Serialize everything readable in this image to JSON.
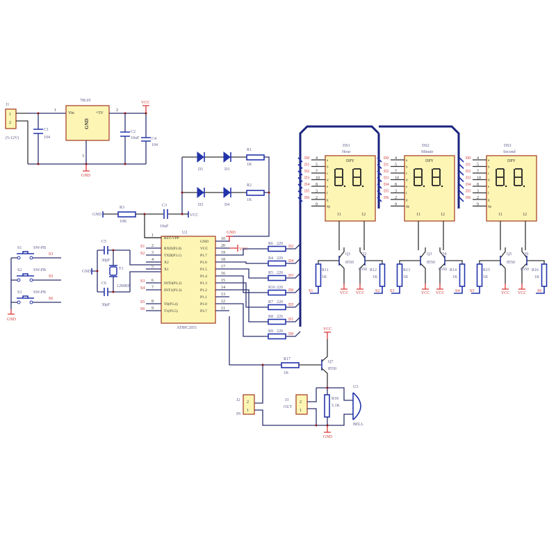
{
  "power": {
    "connector": {
      "ref": "J1",
      "pins": [
        "1",
        "2"
      ],
      "label": "(5-12V)"
    },
    "regulator": {
      "ref": "78L05",
      "vin": "Vin",
      "vout": "+5V",
      "gnd": "GND",
      "pin1": "1",
      "pin2": "2",
      "pin3": "3"
    },
    "c1": {
      "ref": "C1",
      "value": "104"
    },
    "c2": {
      "ref": "C2",
      "value": "10uF"
    },
    "c4": {
      "ref": "C4",
      "value": "104"
    },
    "vcc": "VCC",
    "gnd": "GND"
  },
  "leds": [
    {
      "ref": "D1"
    },
    {
      "ref": "D3"
    },
    {
      "ref": "D2"
    },
    {
      "ref": "D4"
    }
  ],
  "led_resistors": [
    {
      "ref": "R1",
      "value": "1K"
    },
    {
      "ref": "R2",
      "value": "1K"
    }
  ],
  "reset": {
    "r3": {
      "ref": "R3",
      "value": "10K"
    },
    "c3": {
      "ref": "C3",
      "value": "10uF"
    },
    "gnd": "GND",
    "vcc": "VCC"
  },
  "switches": [
    {
      "ref": "S1",
      "type": "SW-PB",
      "net": "S3"
    },
    {
      "ref": "S2",
      "type": "SW-PB",
      "net": "S5"
    },
    {
      "ref": "S3",
      "type": "SW-PB",
      "net": "S6"
    }
  ],
  "switch_gnd": "GND",
  "crystal": {
    "c5": {
      "ref": "C5",
      "value": "30pF"
    },
    "c6": {
      "ref": "C6",
      "value": "30pF"
    },
    "y1": {
      "ref": "T1",
      "value": "12MHZ"
    },
    "gnd": "GND"
  },
  "mcu": {
    "ref": "U2",
    "part": "AT89C2051",
    "left_pins": [
      {
        "num": "1",
        "name": "RST/VPP",
        "net": ""
      },
      {
        "num": "2",
        "name": "RXD(P3.0)",
        "net": "S1"
      },
      {
        "num": "3",
        "name": "TXD(P3.1)",
        "net": "S2"
      },
      {
        "num": "4",
        "name": "X2",
        "net": ""
      },
      {
        "num": "5",
        "name": "X1",
        "net": ""
      },
      {
        "num": "6",
        "name": "INT0(P3.2)",
        "net": "S3"
      },
      {
        "num": "7",
        "name": "INT1(P3.3)",
        "net": "S4"
      },
      {
        "num": "8",
        "name": "T0(P3.4)",
        "net": "S5"
      },
      {
        "num": "9",
        "name": "T1(P3.5)",
        "net": "S6"
      }
    ],
    "right_pins": [
      {
        "num": "10",
        "name": "GND"
      },
      {
        "num": "20",
        "name": "VCC"
      },
      {
        "num": "19",
        "name": "P1.7"
      },
      {
        "num": "18",
        "name": "P1.6"
      },
      {
        "num": "17",
        "name": "P1.5"
      },
      {
        "num": "16",
        "name": "P1.4"
      },
      {
        "num": "15",
        "name": "P1.3"
      },
      {
        "num": "14",
        "name": "P1.2"
      },
      {
        "num": "13",
        "name": "P1.1"
      },
      {
        "num": "12",
        "name": "P1.0"
      },
      {
        "num": "11",
        "name": "P3.7"
      }
    ],
    "gnd_label": "GND",
    "vcc_label": "VCC"
  },
  "seg_resistors": [
    {
      "ref": "R6",
      "value": "220",
      "net": "D2"
    },
    {
      "ref": "R4",
      "value": "220",
      "net": "D4"
    },
    {
      "ref": "R5",
      "value": "220",
      "net": "D3"
    },
    {
      "ref": "R10",
      "value": "220",
      "net": "D6"
    },
    {
      "ref": "R7",
      "value": "220",
      "net": "D5"
    },
    {
      "ref": "R8",
      "value": "220",
      "net": "D1"
    },
    {
      "ref": "R9",
      "value": "220",
      "net": "D0"
    }
  ],
  "displays": [
    {
      "ref": "DS1",
      "name": "Hour",
      "dpy": "DPY"
    },
    {
      "ref": "DS2",
      "name": "Minute",
      "dpy": "DPY"
    },
    {
      "ref": "DS3",
      "name": "Second",
      "dpy": "DPY"
    }
  ],
  "display_pins": [
    {
      "net": "D0",
      "num": "4",
      "seg": "a"
    },
    {
      "net": "D1",
      "num": "5",
      "seg": "b"
    },
    {
      "net": "D2",
      "num": "7",
      "seg": "c"
    },
    {
      "net": "D3",
      "num": "10",
      "seg": "d"
    },
    {
      "net": "D4",
      "num": "8",
      "seg": "e"
    },
    {
      "net": "D5",
      "num": "3",
      "seg": "f"
    },
    {
      "net": "D6",
      "num": "2",
      "seg": "g"
    },
    {
      "net": "",
      "num": "9",
      "seg": "dp"
    }
  ],
  "digit_commons": [
    "11",
    "12"
  ],
  "transistors": [
    {
      "ref": "Q1",
      "type": "8550",
      "r": "R11",
      "rv": "1K",
      "net": "S1"
    },
    {
      "ref": "Q2",
      "type": "8550",
      "r": "R12",
      "rv": "1K",
      "net": "S2"
    },
    {
      "ref": "Q3",
      "type": "8550",
      "r": "R13",
      "rv": "1K",
      "net": "S3"
    },
    {
      "ref": "Q4",
      "type": "8550",
      "r": "R14",
      "rv": "1K",
      "net": "S4"
    },
    {
      "ref": "Q5",
      "type": "8550",
      "r": "R15",
      "rv": "1K",
      "net": "S5"
    },
    {
      "ref": "Q6",
      "type": "8550",
      "r": "R16",
      "rv": "1K",
      "net": "S6"
    }
  ],
  "transistor_vcc": "VCC",
  "buzzer": {
    "r17": {
      "ref": "R17",
      "value": "1K"
    },
    "q7": {
      "ref": "Q7",
      "type": "8550"
    },
    "vcc": "VCC",
    "j2": {
      "ref": "J2",
      "label": "IN",
      "pins": [
        "2",
        "1"
      ]
    },
    "j3": {
      "ref": "J3",
      "label": "OUT",
      "pins": [
        "2",
        "1"
      ]
    },
    "r18": {
      "ref": "R18",
      "value": "5.1K"
    },
    "u3": {
      "ref": "U3",
      "label": "BELL"
    },
    "gnd": "GND"
  }
}
